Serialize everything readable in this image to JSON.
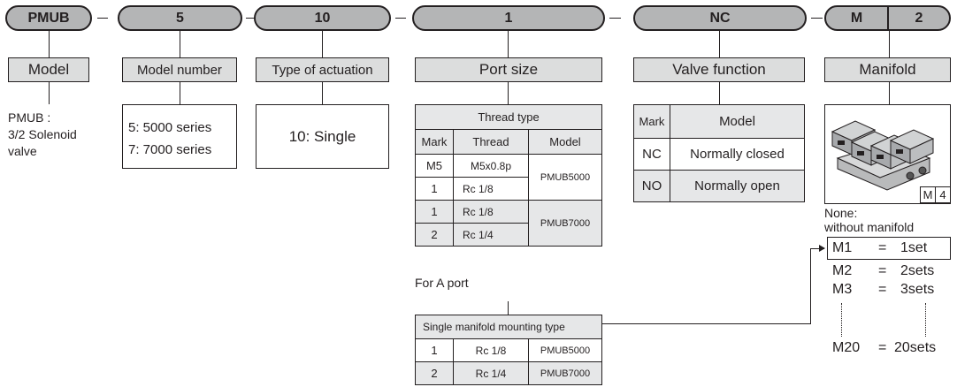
{
  "code": {
    "series": "PMUB",
    "model_number": "5",
    "actuation": "10",
    "port": "1",
    "valve": "NC",
    "manifold_prefix": "M",
    "manifold_sets": "2"
  },
  "labels": {
    "model": "Model",
    "model_number": "Model number",
    "actuation": "Type of actuation",
    "port_size": "Port size",
    "valve_function": "Valve function",
    "manifold": "Manifold"
  },
  "model_desc": {
    "line1": "PMUB :",
    "line2": "3/2 Solenoid",
    "line3": "valve"
  },
  "model_number_opts": [
    "5: 5000 series",
    "7: 7000 series"
  ],
  "actuation_opt": "10: Single",
  "thread_table": {
    "title": "Thread type",
    "headers": [
      "Mark",
      "Thread",
      "Model"
    ],
    "rows": [
      [
        "M5",
        "M5x0.8p"
      ],
      [
        "1",
        "Rc 1/8"
      ],
      [
        "1",
        "Rc 1/8"
      ],
      [
        "2",
        "Rc 1/4"
      ]
    ],
    "models": [
      "PMUB5000",
      "PMUB7000"
    ],
    "note": "For A port"
  },
  "single_table": {
    "title": "Single manifold mounting type",
    "rows": [
      [
        "1",
        "Rc 1/8",
        "PMUB5000"
      ],
      [
        "2",
        "Rc 1/4",
        "PMUB7000"
      ]
    ]
  },
  "valve_table": {
    "headers": [
      "Mark",
      "Model"
    ],
    "rows": [
      [
        "NC",
        "Normally closed"
      ],
      [
        "NO",
        "Normally open"
      ]
    ]
  },
  "manifold": {
    "image_tag": "M",
    "image_tag_num": "4",
    "none_line1": "None:",
    "none_line2": "without manifold",
    "options": [
      {
        "mark": "M1",
        "eq": "=",
        "val": "1set"
      },
      {
        "mark": "M2",
        "eq": "=",
        "val": "2sets"
      },
      {
        "mark": "M3",
        "eq": "=",
        "val": "3sets"
      },
      {
        "mark": "M20",
        "eq": "=",
        "val": "20sets"
      }
    ]
  }
}
